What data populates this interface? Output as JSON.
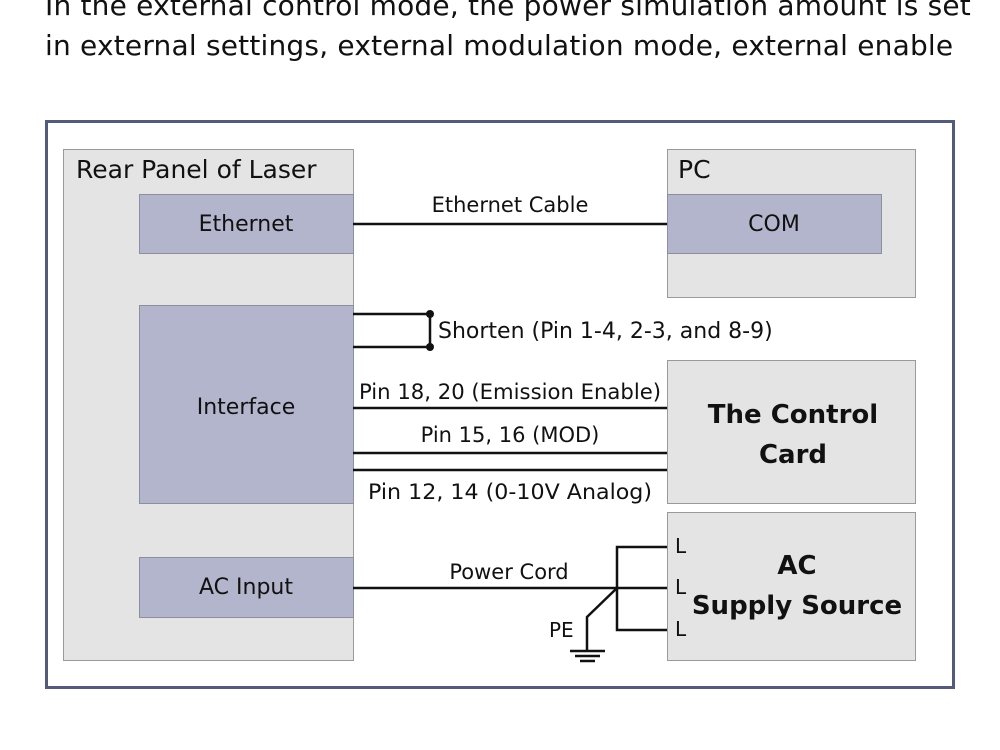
{
  "heading": "In the external control mode, the power simulation amount is set in external settings, external modulation mode, external enable",
  "diagram": {
    "rear_panel_title": "Rear Panel of Laser",
    "ethernet_port": "Ethernet",
    "interface_port": "Interface",
    "ac_input_port": "AC Input",
    "pc_title": "PC",
    "com_port": "COM",
    "ethernet_cable_label": "Ethernet Cable",
    "shorten_label": "Shorten (Pin 1-4, 2-3, and 8-9)",
    "pin_emission_label": "Pin 18, 20 (Emission Enable)",
    "pin_mod_label": "Pin 15, 16 (MOD)",
    "pin_analog_label": "Pin 12, 14 (0-10V Analog)",
    "control_card_line1": "The Control",
    "control_card_line2": "Card",
    "power_cord_label": "Power Cord",
    "pe_label": "PE",
    "ac_supply_line1": "AC",
    "ac_supply_line2": "Supply Source",
    "l_labels": [
      "L",
      "L",
      "L"
    ],
    "colors": {
      "frame": "#535a7a",
      "panel_fill": "#e4e4e4",
      "panel_stroke": "#9a9a9a",
      "port_fill": "#b3b5cc",
      "port_stroke": "#8d8f9f",
      "wire": "#111111"
    }
  }
}
